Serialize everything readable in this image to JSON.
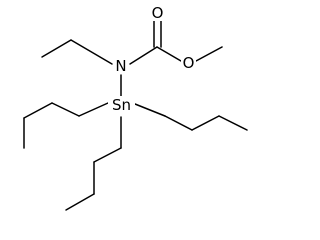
{
  "molecule": {
    "atoms": {
      "oxygen_carbonyl": "O",
      "oxygen_ester": "O",
      "nitrogen": "N",
      "tin": "Sn"
    }
  },
  "colors": {
    "bond": "#000000",
    "label": "#000000",
    "background": "#ffffff"
  }
}
